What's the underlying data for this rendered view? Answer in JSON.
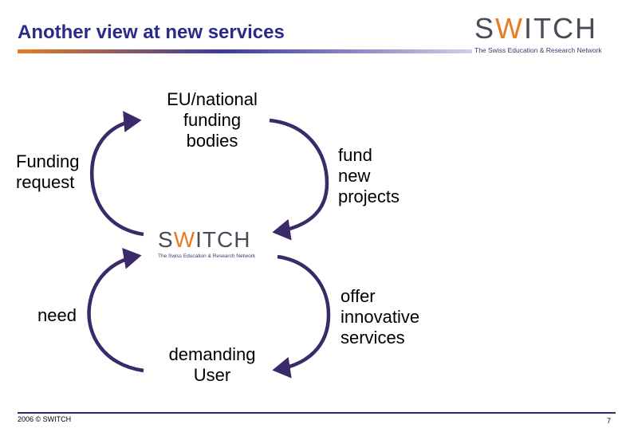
{
  "slide": {
    "title": "Another view at new services",
    "footer": "2006 © SWITCH",
    "page_number": "7"
  },
  "logo": {
    "word_start": "S",
    "word_accent": "W",
    "word_end": "ITCH",
    "tagline": "The Swiss Education & Research Network"
  },
  "diagram": {
    "top_node": [
      "EU/national",
      "funding",
      "bodies"
    ],
    "left_top_label": [
      "Funding",
      "request"
    ],
    "right_top_label": [
      "fund",
      "new",
      "projects"
    ],
    "left_bottom_label": "need",
    "bottom_node": [
      "demanding",
      "User"
    ],
    "right_bottom_label": [
      "offer",
      "innovative",
      "services"
    ]
  },
  "colors": {
    "title": "#2a2a8a",
    "arrow": "#3a2a6a",
    "logo_accent": "#e87b20",
    "logo_text": "#4a4a58"
  }
}
